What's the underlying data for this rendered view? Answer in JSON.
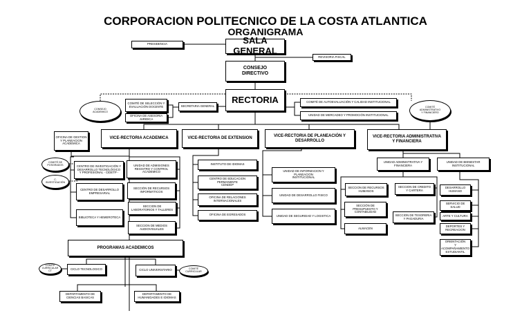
{
  "header": {
    "title": "CORPORACION POLITECNICO DE LA COSTA ATLANTICA",
    "subtitle": "ORGANIGRAMA"
  },
  "nodes": {
    "presidencia": "PRESIDENCIA",
    "sala_general": "SALA GENERAL",
    "revisoria_fiscal": "REVISORIA FISCAL",
    "consejo_directivo": "CONSEJO\nDIRECTIVO",
    "rectoria": "RECTORIA",
    "consejo_academico": "CONSEJO\nACADEMICO",
    "comite_seleccion": "COMITÉ DE SELECCIÓN Y\nEVALUACIÓN DOCENTE",
    "asesoria_juridica": "OFICINA DE ASESORIA\nJURIDICA",
    "secretaria_general": "SECRETARIA GENERAL",
    "comite_autoevaluacion": "COMITÉ DE AUTOEVALUACIÓN Y CALIDAD INSTITUCIONAL",
    "unidad_mercadeo": "UNIDAD DE MERCADEO Y PROMOCIÓN INSTITUCIONAL",
    "comite_administrativo": "COMITÉ\nADMINISTRATIVO\nY FINANCIERO",
    "oficina_gestion": "OFICINA DE GESTION\nY PLANEACION\nACADEMICA",
    "vr_academica": "VICE-RECTORIA ACADEMICA",
    "vr_extension": "VICE-RECTORIA DE EXTENSION",
    "vr_planeacion": "VICE-RECTORIA DE PLANEACIÓN Y\nDESARROLLO",
    "vr_administrativa": "VICE-RECTORIA ADMINISTRATIVA\nY FINANCIERA",
    "comite_posgrados": "COMITÉ DE\nPOSGRADOS",
    "c_investigacion": "C.\nINVESTIGACIÓN",
    "cidtp": "CENTRO DE INVESTIGACIÓN Y\nDESARROLLO TECNOLÓGICO\nY PROFESIONAL - CIDETP -",
    "desarrollo_empresarial": "CENTRO DE DESARROLLO\nEMPRESARIAL",
    "biblioteca": "BIBLIOTECA Y HEMEROTECA",
    "admisiones": "UNIDAD DE ADMISIONES\nREGISTRO Y CONTROL\nACADEMICO",
    "recursos_informaticos": "SECCIÓN DE RECURSOS\nINFORMÁTICOS",
    "laboratorios": "SECCION DE\nLABORATORIOS Y TALLERES",
    "medios_audiovisuales": "SECCION DE MEDIOS\nAUDIOVISUALES",
    "instituto_idiomas": "INSTITUTO DE IDIOMAS",
    "educacion_permanente": "CENTRO DE EDUCACION\nPERMANENTE\nCENDEP",
    "relaciones_internacionales": "OFICINA DE RELACIONES\nINTERNACIONALES",
    "egresados": "OFICINA DE EGRESADOS",
    "informacion_planeacion": "UNIDAD DE INFORMACION Y PLANEACION\nINSTITUCIONAL",
    "desarrollo_fisico": "UNIDAD DE DESARROLLO FISICO",
    "seguridad_logistica": "UNIDAD DE SEGURIDAD Y LOGISTICA",
    "unidad_administrativa": "UNIDAD ADMINISTRATIVA Y\nFINANCIERA",
    "bienestar": "UNIDAD DE BIENESTAR\nINSTITUCIONAL",
    "recursos_humanos": "SECCION DE RECURSOS\nHUMANOS",
    "presupuesto": "SECCIÓN DE\nPRESUPUESTO Y\nCONTABILIDAD",
    "almacen": "ALMACEN",
    "credito": "SECCION DE CREDITO\nY CARTERA",
    "tesoreria": "SECCION DE TESORERIA\nY PAGADURIA",
    "desarrollo_humano": "DESARROLLO\nHUMANO",
    "servicio_salud": "SERVICIO DE\nSALUD",
    "arte_cultura": "ARTE Y CULTURA",
    "deportes": "DEPORTES Y\nRECREACION",
    "orientacion": "ORIENTACIÓN\nY\nACOMPAÑAMIENTO\nESTUDIANTIL",
    "programas_academicos": "PROGRAMAS ACADEMICOS",
    "ciclo_tecnologico": "CICLO TECNOLOGICO",
    "ciclo_universitario": "CICLO UNIVERSITARIO",
    "comite_curricular_1": "COMITÉ\nCURRICULAR\nCT",
    "comite_curricular_2": "COMITÉ\nCURRICULAR",
    "ciencias_basicas": "DEPARTAMENTO DE\nCIENCIAS BASICAS",
    "humanidades": "DEPARTAMENTO DE\nHUMANIDADES E IDIOMAS"
  }
}
